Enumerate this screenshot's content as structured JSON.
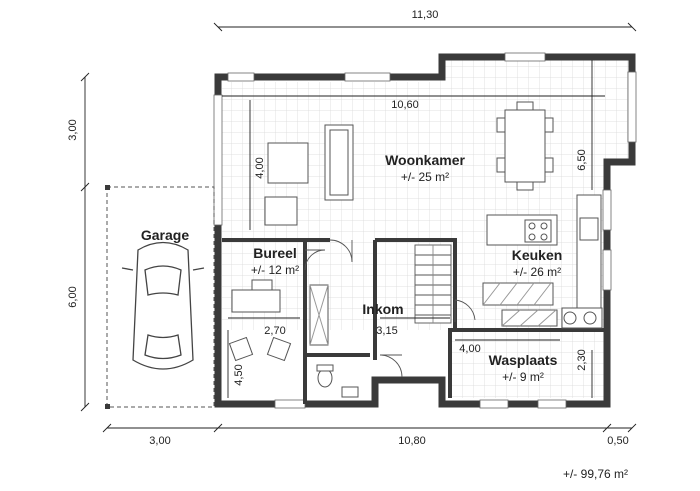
{
  "dimensions": {
    "top_width": "11,30",
    "inner_width": "10,60",
    "left_upper": "3,00",
    "left_lower": "6,00",
    "bottom_garage": "3,00",
    "bottom_main": "10,80",
    "bottom_right": "0,50",
    "right_upper": "6,50",
    "right_lower": "2,30",
    "living_height": "4,00",
    "bureel_width": "2,70",
    "inkom_width": "3,15",
    "bureel_height": "4,50",
    "wasplaats_width": "4,00"
  },
  "rooms": {
    "garage": {
      "name": "Garage"
    },
    "woonkamer": {
      "name": "Woonkamer",
      "area": "+/- 25 m²"
    },
    "bureel": {
      "name": "Bureel",
      "area": "+/- 12 m²"
    },
    "keuken": {
      "name": "Keuken",
      "area": "+/- 26 m²"
    },
    "inkom": {
      "name": "Inkom"
    },
    "wasplaats": {
      "name": "Wasplaats",
      "area": "+/- 9 m²"
    }
  },
  "total_area": "+/- 99,76 m²",
  "colors": {
    "wall": "#3a3a3a",
    "tile_line": "#d9d9d9",
    "ink": "#222222"
  }
}
